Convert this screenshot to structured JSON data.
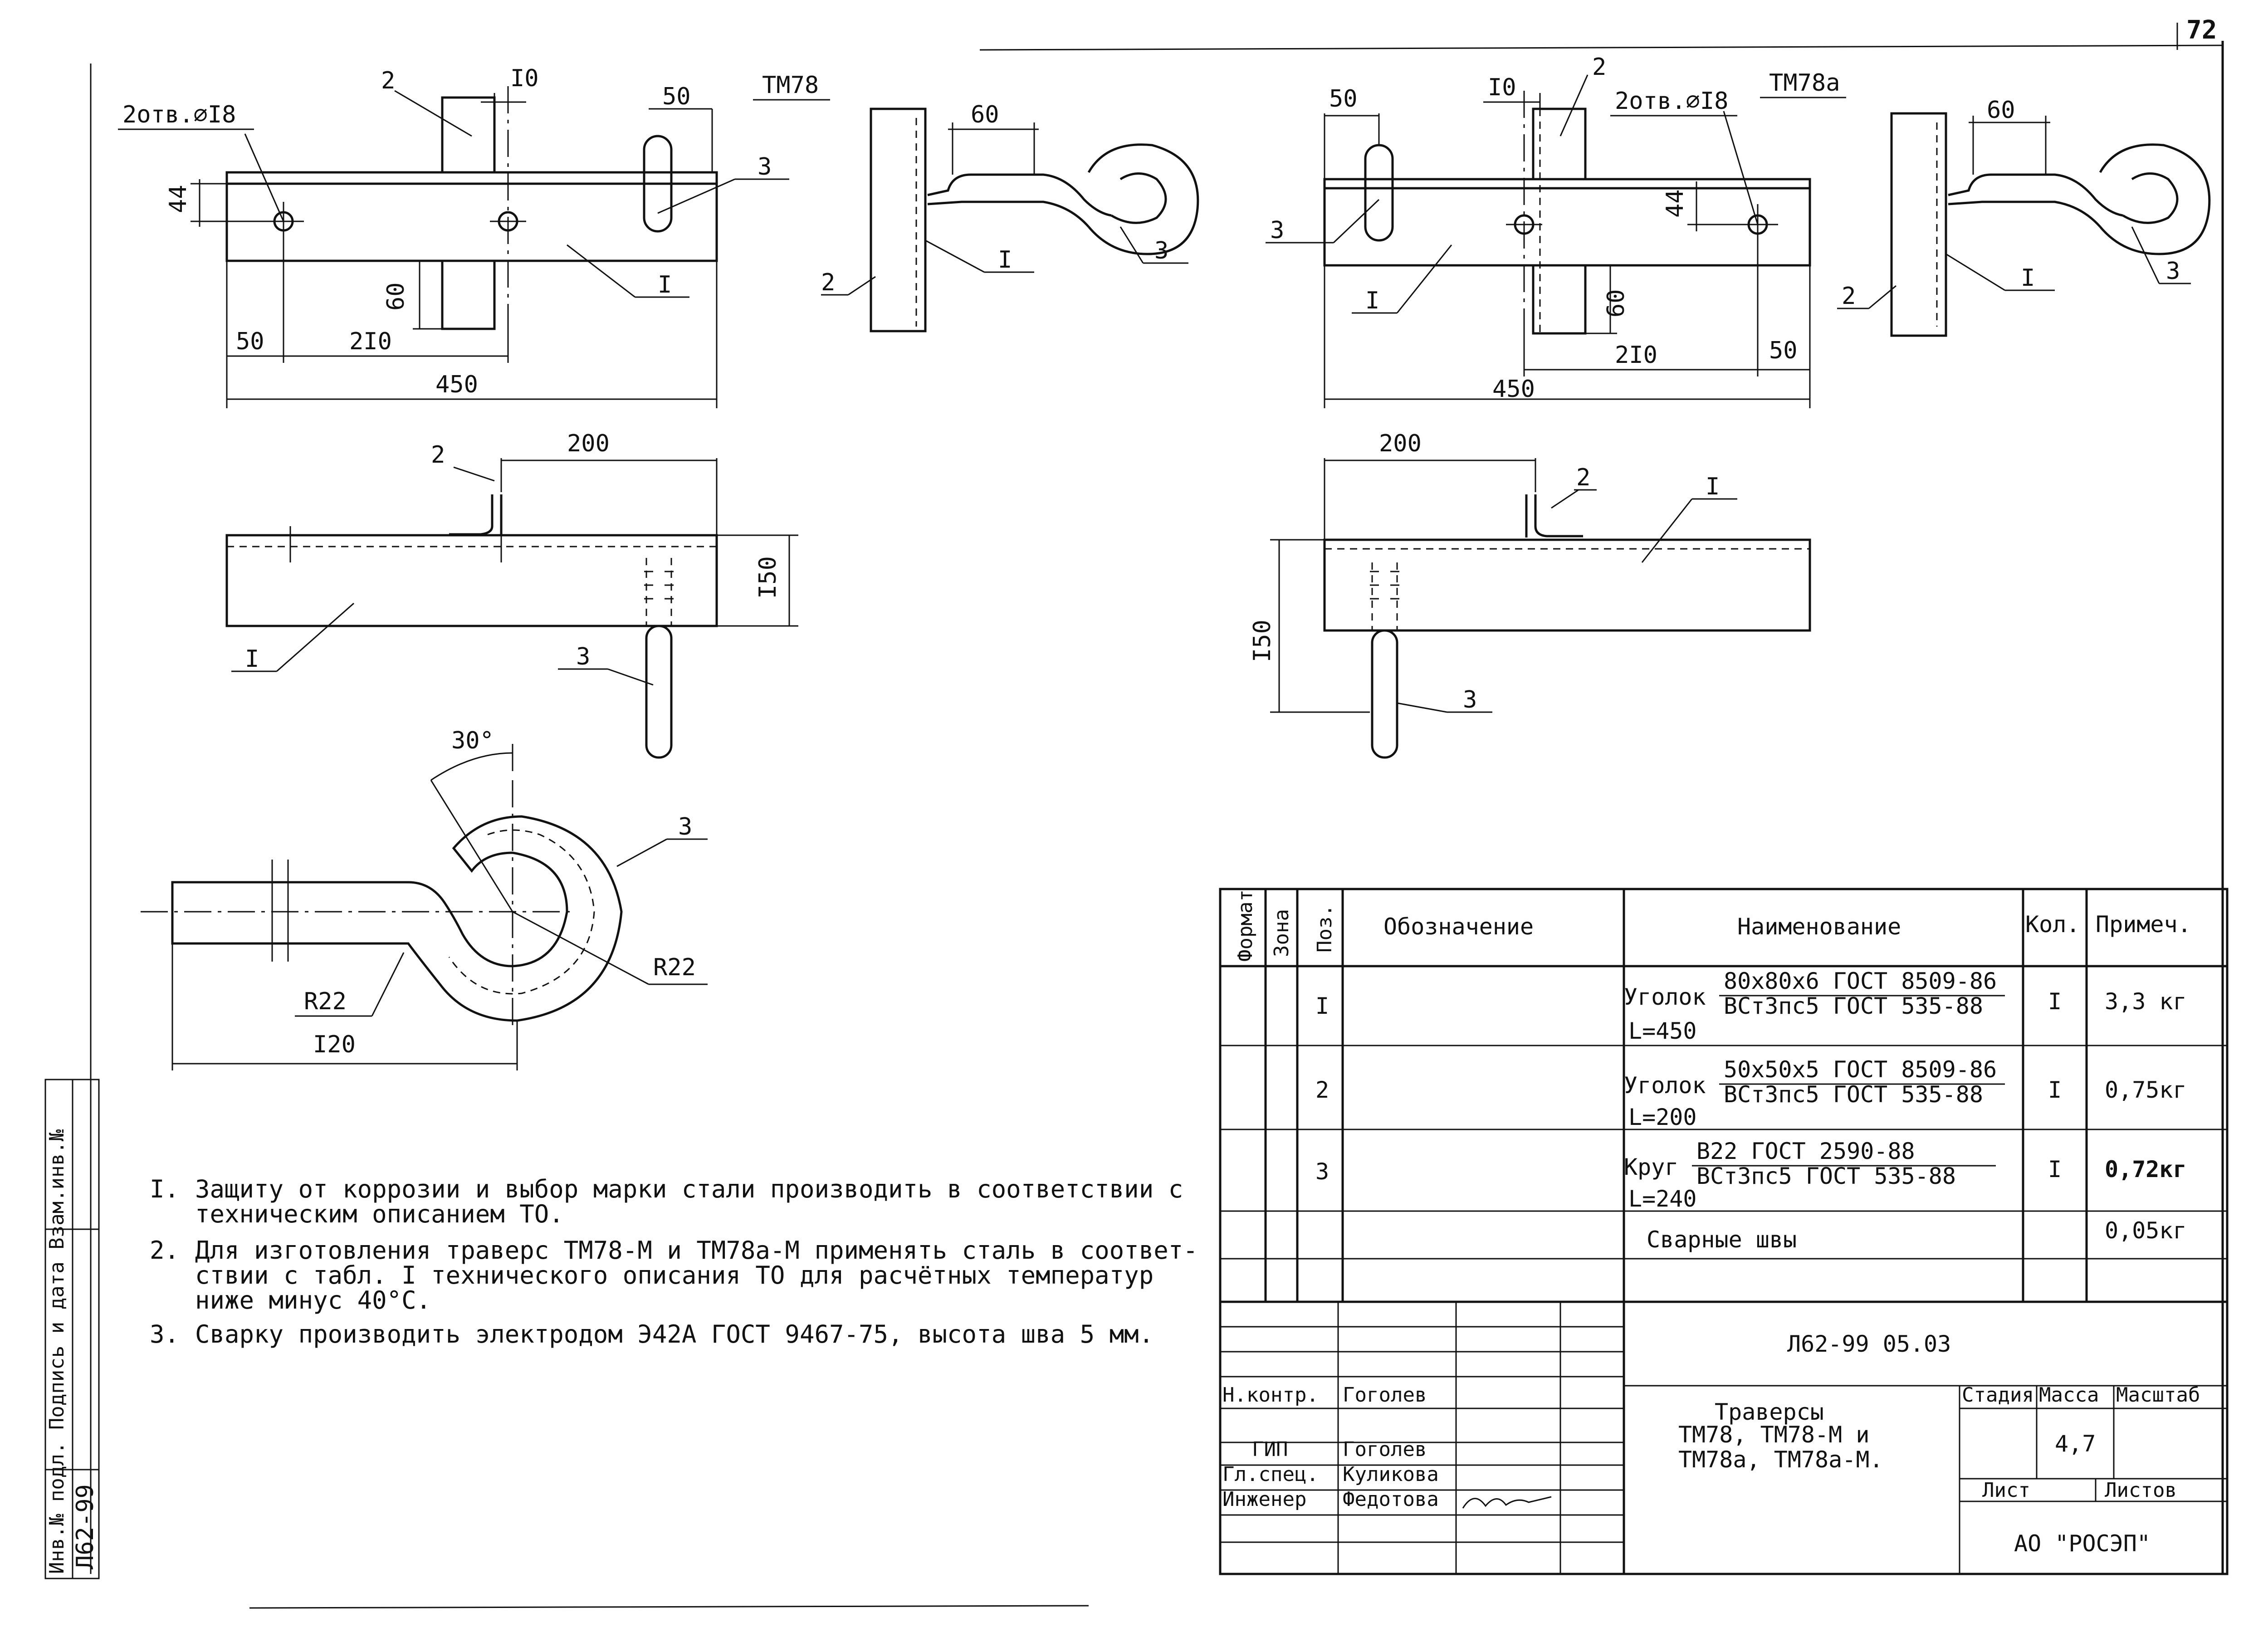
{
  "sheet_number": "72",
  "left_margin_stamp": "Л62-99",
  "left_margin_header": "Инв.№ подл. Подпись и дата Взам.инв.№",
  "view_left": {
    "title": "ТМ78",
    "holes": "2отв.⌀I8",
    "dims": {
      "d10": "I0",
      "d50top": "50",
      "d44": "44",
      "d60": "60",
      "d50": "50",
      "d210": "2I0",
      "d450": "450",
      "d60side": "60",
      "d200": "200",
      "d150": "I50"
    },
    "pos": {
      "p1": "I",
      "p2": "2",
      "p3": "3"
    }
  },
  "view_right": {
    "title": "ТМ78а",
    "holes": "2отв.⌀I8",
    "dims": {
      "d50top": "50",
      "d10": "I0",
      "d44": "44",
      "d60": "60",
      "d210": "2I0",
      "d50": "50",
      "d450": "450",
      "d60side": "60",
      "d200": "200",
      "d150": "I50"
    },
    "pos": {
      "p1": "I",
      "p2": "2",
      "p3": "3"
    }
  },
  "hook_detail": {
    "angle": "30°",
    "pos": "3",
    "r_inner": "R22",
    "r_outer": "R22",
    "length": "I20"
  },
  "notes": [
    {
      "num": "I.",
      "line1": "Защиту от коррозии и выбор марки стали производить в соответствии с",
      "line2": "техническим описанием ТО."
    },
    {
      "num": "2.",
      "line1": "Для изготовления траверс ТМ78-М и ТМ78а-М применять сталь в соответ-",
      "line2": "ствии с табл. I технического описания ТО для расчётных температур",
      "line3": "ниже минус 40°С."
    },
    {
      "num": "3.",
      "line1": "Сварку производить электродом Э42А ГОСТ 9467-75, высота шва 5 мм."
    }
  ],
  "spec_table": {
    "headers": {
      "format": "Формат",
      "zone": "Зона",
      "pos": "Поз.",
      "designation": "Обозначение",
      "name": "Наименование",
      "qty": "Кол.",
      "note": "Примеч."
    },
    "rows": [
      {
        "pos": "I",
        "name_prefix": "Уголок",
        "name_top": "80х80х6 ГОСТ 8509-86",
        "name_bottom": "ВСт3пс5 ГОСТ 535-88",
        "length": "L=450",
        "qty": "I",
        "note": "3,3 кг"
      },
      {
        "pos": "2",
        "name_prefix": "Уголок",
        "name_top": "50х50х5 ГОСТ 8509-86",
        "name_bottom": "ВСт3пс5 ГОСТ 535-88",
        "length": "L=200",
        "qty": "I",
        "note": "0,75кг"
      },
      {
        "pos": "3",
        "name_prefix": "Круг",
        "name_top": "В22 ГОСТ 2590-88",
        "name_bottom": "ВСт3пс5 ГОСТ 535-88",
        "length": "L=240",
        "qty": "I",
        "note": "0,72кг"
      },
      {
        "pos": "",
        "name_prefix": "Сварные швы",
        "name_top": "",
        "name_bottom": "",
        "length": "",
        "qty": "",
        "note": "0,05кг"
      }
    ]
  },
  "title_block": {
    "doc_code": "Л62-99 05.03",
    "title_line1": "Траверсы",
    "title_line2": "ТМ78, ТМ78-М и",
    "title_line3": "ТМ78а, ТМ78а-М.",
    "stage_label": "Стадия",
    "mass_label": "Масса",
    "scale_label": "Масштаб",
    "mass_value": "4,7",
    "sheet_label": "Лист",
    "sheets_label": "Листов",
    "company": "АО \"РОСЭП\"",
    "roles": [
      {
        "role": "Н.контр.",
        "name": "Гоголев"
      },
      {
        "role": "ГИП",
        "name": "Гоголев"
      },
      {
        "role": "Гл.спец.",
        "name": "Куликова"
      },
      {
        "role": "Инженер",
        "name": "Федотова"
      }
    ]
  }
}
